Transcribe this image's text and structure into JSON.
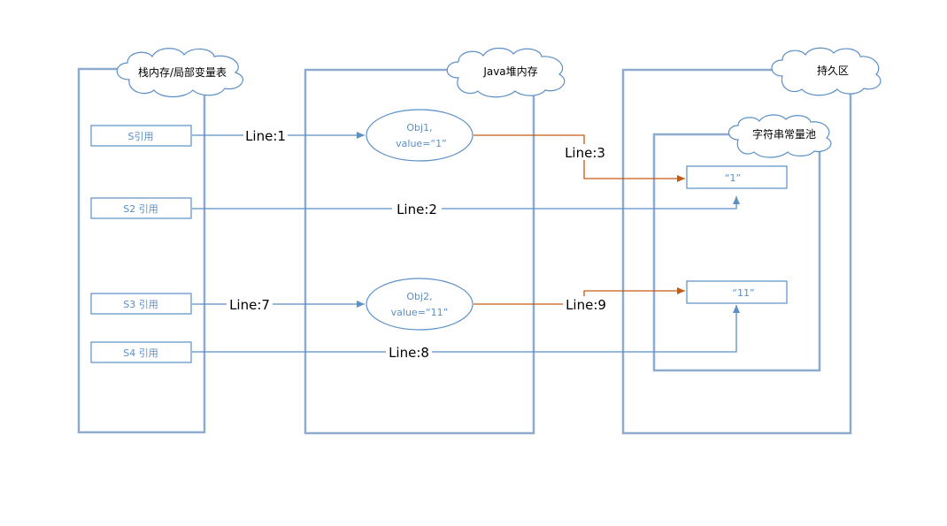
{
  "regions": {
    "stack": "栈内存/局部变量表",
    "heap": "Java堆内存",
    "perm": "持久区",
    "pool": "字符串常量池"
  },
  "refs": {
    "s1": "S引用",
    "s2": "S2 引用",
    "s3": "S3 引用",
    "s4": "S4 引用"
  },
  "objects": {
    "obj1": {
      "name": "Obj1,",
      "value": "value=“1”"
    },
    "obj2": {
      "name": "Obj2,",
      "value": "value=“11”"
    }
  },
  "constants": {
    "c1": "“1”",
    "c11": "“11”"
  },
  "lines": {
    "line1": "Line:1",
    "line2": "Line:2",
    "line3": "Line:3",
    "line7": "Line:7",
    "line8": "Line:8",
    "line9": "Line:9"
  },
  "colors": {
    "blue": "#5b8fc7",
    "orange": "#c55a11",
    "region_border": "#8eaacc"
  }
}
